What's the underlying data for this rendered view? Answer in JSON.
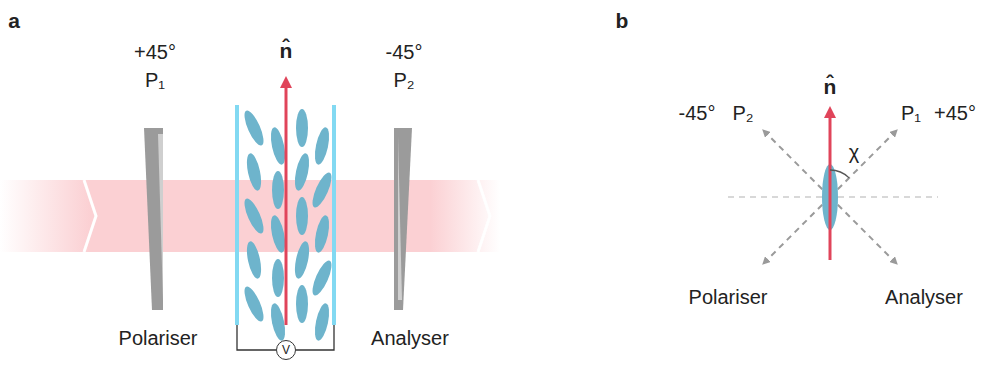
{
  "diagram": {
    "nodes": [
      {
        "text": [
          "V"
        ]
      }
    ],
    "labels": [
      "a",
      "+45°",
      "P₁",
      "n̂",
      "-45°",
      "P₂",
      "Polariser",
      "Analyser",
      "b",
      "-45°",
      "P₂",
      "n̂",
      "P₁",
      "+45°",
      "χ",
      "Polariser",
      "Analyser"
    ]
  }
}
